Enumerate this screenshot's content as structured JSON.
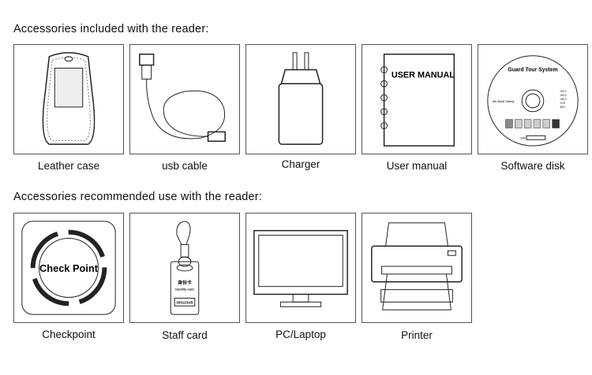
{
  "included": {
    "heading": "Accessories included with the reader:",
    "items": [
      {
        "label": "Leather case"
      },
      {
        "label": "usb cable"
      },
      {
        "label": "Charger"
      },
      {
        "label": "User manual",
        "art_text": "USER MANUAL"
      },
      {
        "label": "Software disk",
        "art_text": "Guard Tour System",
        "slogan": "We Build Safety",
        "options": [
          "V3.0",
          "V5.0",
          "V8.0",
          "C/S",
          "B/S"
        ],
        "sn": "S/N"
      }
    ]
  },
  "recommended": {
    "heading": "Accessories recommended use with the reader:",
    "items": [
      {
        "label": "Checkpoint",
        "art_text": "Check Point"
      },
      {
        "label": "Staff card",
        "card_cn": "身份卡",
        "card_en": "Identity card",
        "card_id": "000123AB"
      },
      {
        "label": "PC/Laptop"
      },
      {
        "label": "Printer"
      }
    ]
  }
}
